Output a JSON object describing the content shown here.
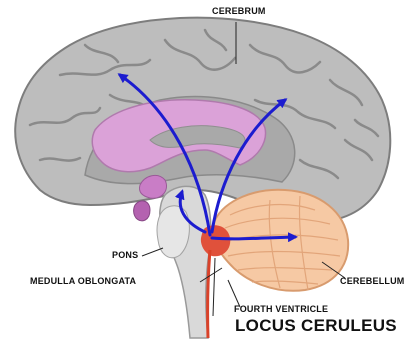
{
  "labels": {
    "cerebrum": "CEREBRUM",
    "pons": "PONS",
    "medulla": "MEDULLA OBLONGATA",
    "cerebellum": "CEREBELLUM",
    "fourth_ventricle": "FOURTH VENTRICLE",
    "locus_ceruleus": "LOCUS CERULEUS"
  },
  "colors": {
    "cortex": "#b9b9b9",
    "cortex_dark": "#8c8c8c",
    "limbic": "#d9a0d6",
    "cerebellum": "#f6c9a4",
    "brainstem": "#d7d7d7",
    "locus": "#d9422a",
    "arrow": "#1c1ccf"
  }
}
